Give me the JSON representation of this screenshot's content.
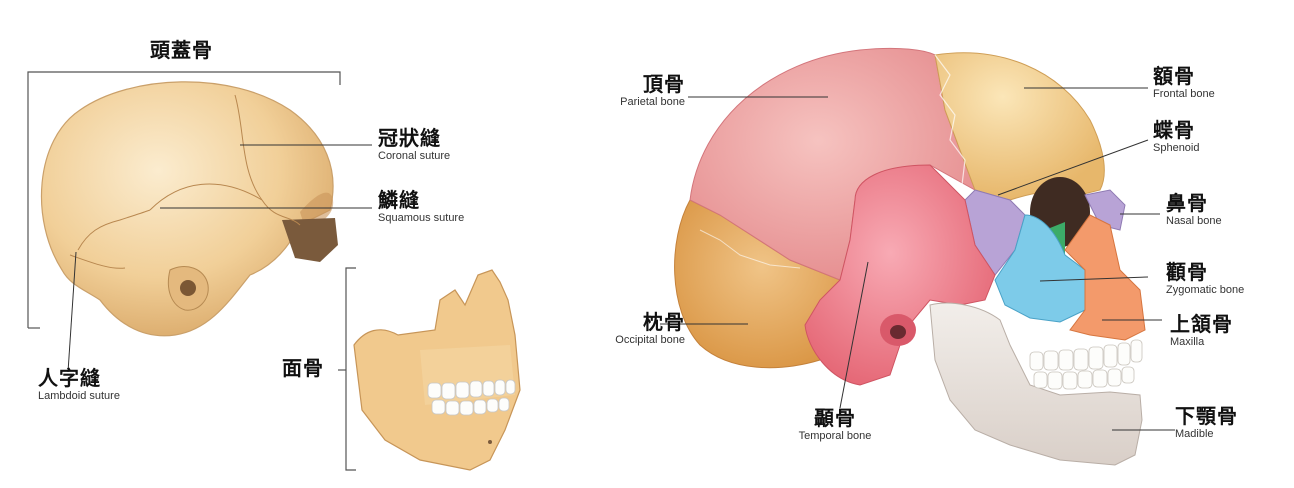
{
  "left_figure": {
    "cranium": {
      "zh": "頭蓋骨"
    },
    "coronal_suture": {
      "zh": "冠狀縫",
      "en": "Coronal suture"
    },
    "squamous_suture": {
      "zh": "鱗縫",
      "en": "Squamous suture"
    },
    "lambdoid_suture": {
      "zh": "人字縫",
      "en": "Lambdoid suture"
    },
    "facial_bones": {
      "zh": "面骨"
    }
  },
  "right_figure": {
    "parietal": {
      "zh": "頂骨",
      "en": "Parietal bone"
    },
    "frontal": {
      "zh": "額骨",
      "en": "Frontal bone"
    },
    "sphenoid": {
      "zh": "蝶骨",
      "en": "Sphenoid"
    },
    "nasal": {
      "zh": "鼻骨",
      "en": "Nasal bone"
    },
    "zygomatic": {
      "zh": "顴骨",
      "en": "Zygomatic bone"
    },
    "maxilla": {
      "zh": "上頷骨",
      "en": "Maxilla"
    },
    "occipital": {
      "zh": "枕骨",
      "en": "Occipital bone"
    },
    "temporal": {
      "zh": "顳骨",
      "en": "Temporal bone"
    },
    "mandible": {
      "zh": "下顎骨",
      "en": "Madible"
    }
  },
  "colors": {
    "bone_beige": "#f1cf98",
    "parietal_pink": "#ec9f9f",
    "frontal_yellow": "#f3d48d",
    "occipital_orange": "#e8ad5c",
    "temporal_rose": "#f07889",
    "sphenoid_purple": "#b8a3d6",
    "zygomatic_blue": "#7dcbe9",
    "maxilla_orange": "#f39a6b",
    "mandible_gray": "#e7e1dc",
    "teeth_white": "#fbfbf7"
  }
}
